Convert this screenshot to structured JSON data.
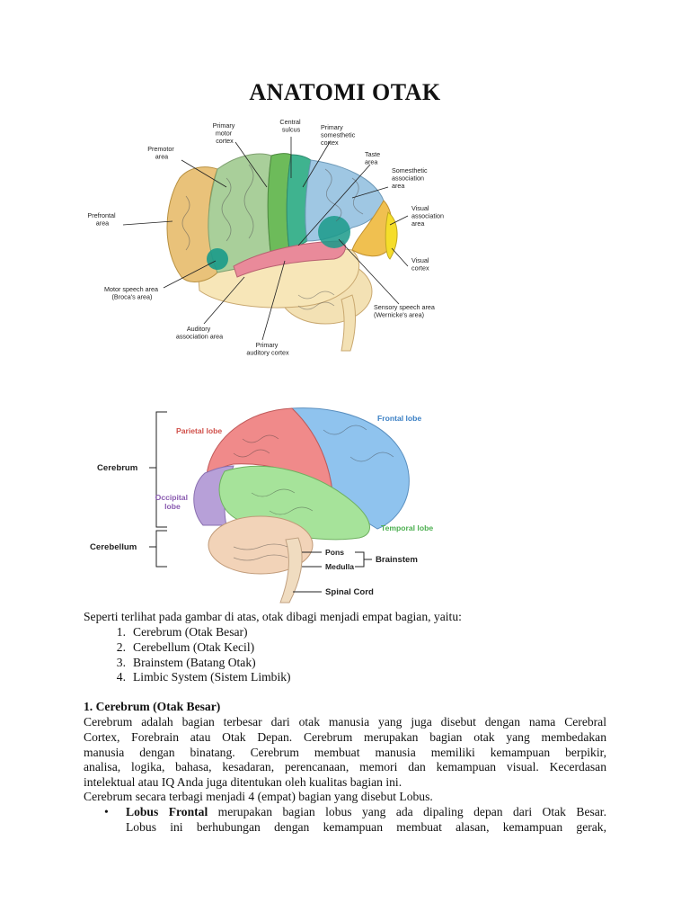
{
  "title": "ANATOMI OTAK",
  "figure1": {
    "labels": {
      "primary_motor": [
        "Primary",
        "motor",
        "cortex"
      ],
      "central_sulcus": [
        "Central",
        "sulcus"
      ],
      "primary_somesthetic": [
        "Primary",
        "somesthetic",
        "cortex"
      ],
      "premotor": [
        "Premotor",
        "area"
      ],
      "taste": [
        "Taste",
        "area"
      ],
      "somesthetic_assoc": [
        "Somesthetic",
        "association",
        "area"
      ],
      "prefrontal": [
        "Prefrontal",
        "area"
      ],
      "visual_assoc": [
        "Visual",
        "association",
        "area"
      ],
      "visual_cortex": [
        "Visual",
        "cortex"
      ],
      "motor_speech": [
        "Motor speech area",
        "(Broca's area)"
      ],
      "sensory_speech": [
        "Sensory speech area",
        "(Wernicke's area)"
      ],
      "auditory_assoc": [
        "Auditory",
        "association area"
      ],
      "primary_auditory": [
        "Primary",
        "auditory cortex"
      ]
    },
    "colors": {
      "prefrontal": "#e9c27a",
      "premotor": "#a9cf9a",
      "motor": "#6dbb5a",
      "somesthetic": "#3fb38f",
      "assoc": "#9fc7e3",
      "visual_assoc": "#f0c050",
      "visual": "#f5dd2a",
      "temporal": "#f7e6b8",
      "auditory": "#e98a9a",
      "speech": "#1a9a8a",
      "cerebellum": "#f3e1b4"
    }
  },
  "figure2": {
    "labels": {
      "parietal": "Parietal lobe",
      "frontal": "Frontal lobe",
      "cerebrum": "Cerebrum",
      "occipital": [
        "Occipital",
        "lobe"
      ],
      "temporal": "Temporal lobe",
      "cerebellum": "Cerebellum",
      "pons": "Pons",
      "medulla": "Medulla",
      "brainstem": "Brainstem",
      "spinal_cord": "Spinal Cord"
    },
    "colors": {
      "parietal_label": "#d0504a",
      "frontal_label": "#3a7fc4",
      "occipital_label": "#8a5bb0",
      "temporal_label": "#4caf50",
      "parietal": "#f08a8a",
      "frontal": "#8fc3ee",
      "occipital": "#b7a0d8",
      "temporal": "#a6e39a",
      "cerebellum": "#f2d3b8",
      "brainstem": "#f0dcc0"
    }
  },
  "intro": "Seperti terlihat pada gambar di atas, otak dibagi menjadi empat bagian, yaitu:",
  "parts": [
    {
      "num": "1.",
      "text": "Cerebrum (Otak Besar)"
    },
    {
      "num": "2.",
      "text": "Cerebellum (Otak Kecil)"
    },
    {
      "num": "3.",
      "text": "Brainstem (Batang Otak)"
    },
    {
      "num": "4.",
      "text": "Limbic System (Sistem Limbik)"
    }
  ],
  "section1": {
    "heading": "1. Cerebrum (Otak Besar)",
    "lines": [
      "Cerebrum adalah bagian terbesar dari otak manusia yang juga disebut dengan nama Cerebral",
      "Cortex, Forebrain atau Otak Depan. Cerebrum merupakan bagian otak yang membedakan",
      "manusia dengan binatang. Cerebrum membuat manusia memiliki kemampuan berpikir,",
      "analisa, logika, bahasa, kesadaran, perencanaan, memori dan kemampuan visual. Kecerdasan",
      "intelektual atau IQ Anda juga ditentukan oleh kualitas bagian ini."
    ],
    "lobes_intro": "Cerebrum secara terbagi menjadi 4 (empat) bagian yang disebut Lobus.",
    "bullet_term": "Lobus Frontal",
    "bullet_line1": " merupakan bagian lobus yang ada dipaling depan dari Otak Besar.",
    "bullet_line2": "Lobus ini berhubungan dengan kemampuan membuat alasan, kemampuan gerak,"
  }
}
